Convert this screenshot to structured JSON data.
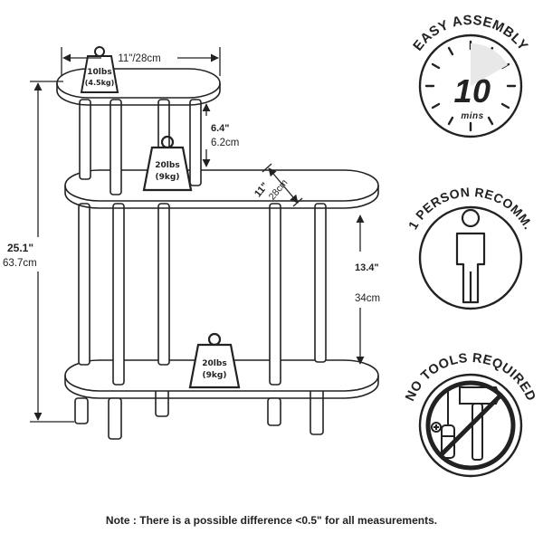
{
  "dimensions": {
    "top_width": "11\"/28cm",
    "top_gap_in": "6.4\"",
    "top_gap_cm": "6.2cm",
    "total_height_in": "25.1\"",
    "total_height_cm": "63.7cm",
    "depth_in": "11\"",
    "depth_cm": "28cm",
    "lower_gap_in": "13.4\"",
    "lower_gap_cm": "34cm"
  },
  "weights": {
    "top": {
      "lbs": "10lbs",
      "kg": "(4.5kg)"
    },
    "middle": {
      "lbs": "20lbs",
      "kg": "(9kg)"
    },
    "bottom": {
      "lbs": "20lbs",
      "kg": "(9kg)"
    }
  },
  "badges": {
    "assembly": {
      "title": "EASY ASSEMBLY",
      "minutes": "10",
      "unit": "mins"
    },
    "person": {
      "title": "1 PERSON RECOMM."
    },
    "tools": {
      "title": "NO TOOLS REQUIRED"
    }
  },
  "note": "Note : There is a possible difference <0.5\" for all measurements."
}
